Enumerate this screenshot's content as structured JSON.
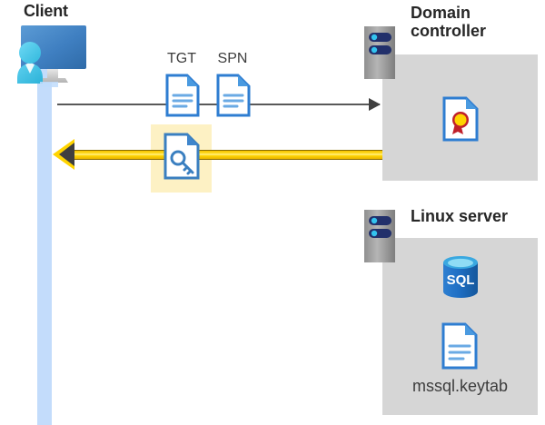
{
  "diagram": {
    "title": "Kerberos authentication flow between a client, domain controller and Linux server",
    "type": "sequence-flow"
  },
  "colors": {
    "panel_gray": "#d6d6d6",
    "lifeline_blue": "#c3dcfb",
    "highlight_yellow": "#fdf1c4",
    "arrow_yellow": "#ffd400",
    "arrow_gray": "#595959",
    "doc_blue": "#2e7dd1",
    "sql_blue": "#1f6fc4",
    "seal_gold": "#ffd400",
    "seal_red": "#c0202a",
    "text_dark": "#262626",
    "rack_gray": "#9a9a9a",
    "rack_led_navy": "#1f2a63",
    "rack_led_cyan": "#2fc1ef"
  },
  "client": {
    "label": "Client",
    "icon": "user-monitor-icon",
    "lifeline": "client-lifeline"
  },
  "messages": [
    {
      "id": "request",
      "direction": "right",
      "style": "gray-line",
      "artifacts": [
        {
          "caption": "TGT",
          "icon": "document-icon"
        },
        {
          "caption": "SPN",
          "icon": "document-icon"
        }
      ]
    },
    {
      "id": "response",
      "direction": "left",
      "style": "yellow-arrow",
      "highlighted": true,
      "artifacts": [
        {
          "caption": "",
          "icon": "key-document-icon"
        }
      ]
    }
  ],
  "nodes": [
    {
      "id": "domain-controller",
      "label": "Domain controller",
      "icon": "server-rack-icon",
      "contents": [
        {
          "icon": "certificate-document-icon",
          "caption": ""
        }
      ]
    },
    {
      "id": "linux-server",
      "label": "Linux server",
      "icon": "server-rack-icon",
      "contents": [
        {
          "icon": "sql-database-icon",
          "caption": "SQL"
        },
        {
          "icon": "document-icon",
          "caption": "mssql.keytab"
        }
      ]
    }
  ],
  "labels": {
    "client_title": "Client",
    "dc_title": "Domain controller",
    "linux_title": "Linux server",
    "tgt": "TGT",
    "spn": "SPN",
    "sql_text": "SQL",
    "keytab_file": "mssql.keytab"
  }
}
